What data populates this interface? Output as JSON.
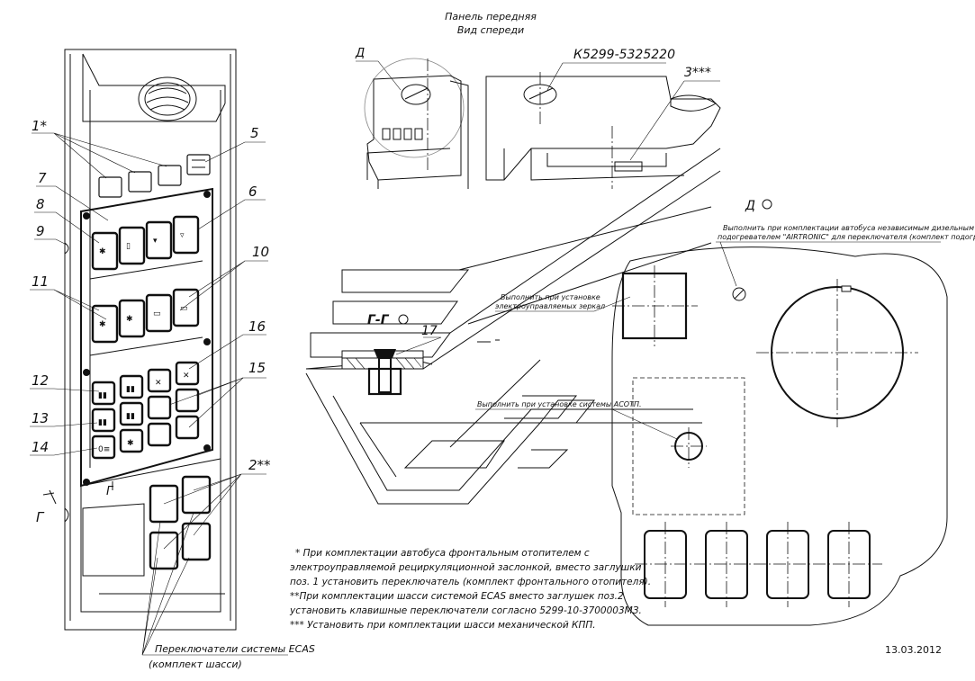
{
  "header": {
    "line1": "Панель передняя",
    "line2": "Вид спереди"
  },
  "part_number": "К5299-5325220",
  "view_d": "Д",
  "view_d_rot": "Д",
  "section": "Г-Г",
  "section_marker": "Г",
  "callouts": [
    "1*",
    "5",
    "7",
    "6",
    "8",
    "9",
    "10",
    "11",
    "16",
    "12",
    "15",
    "13",
    "14",
    "2**",
    "3***",
    "17"
  ],
  "small_notes": {
    "airtronic_1": "Выполнить при комплектации автобуса независимым дизельным",
    "airtronic_2": "подогревателем \"AIRTRONIC\" для переключателя (комплект подогревателя)",
    "mirrors_1": "Выполнить при установке",
    "mirrors_2": "электроуправляемых зеркал",
    "acotp": "Выполнить при установке системы АСОТП."
  },
  "notes": [
    "* При комплектации автобуса фронтальным отопителем с",
    "электроуправляемой рециркуляционной заслонкой, вместо заглушки",
    "поз. 1 установить переключатель (комплект фронтального отопителя).",
    "**При комплектации шасси системой ECAS вместо заглушек поз.2",
    " установить клавишные переключатели согласно 5299-10-3700003МЗ.",
    "*** Установить при комплектации шасси механической КПП."
  ],
  "ecas_label_1": "Переключатели системы ECAS",
  "ecas_label_2": "(комплект шасси)",
  "date": "13.03.2012"
}
